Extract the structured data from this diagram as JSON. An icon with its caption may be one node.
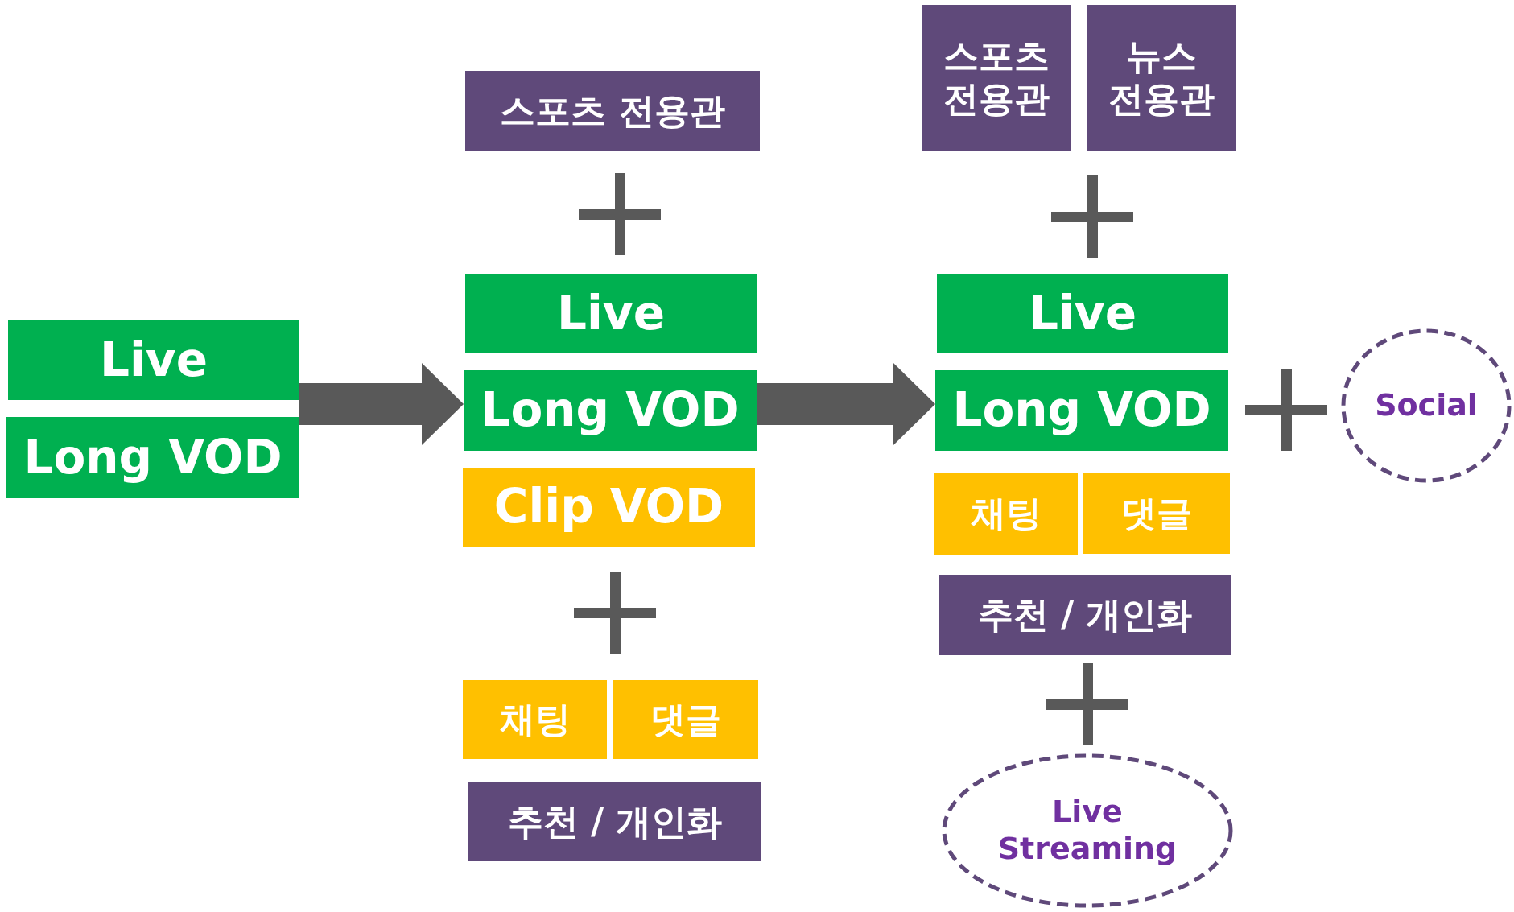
{
  "diagram": {
    "nodes": [
      {
        "text": [
          "Live"
        ]
      },
      {
        "text": [
          "Long VOD"
        ]
      },
      {
        "text": [
          "스포츠 전용관"
        ]
      },
      {
        "text": [
          "Live"
        ]
      },
      {
        "text": [
          "Long VOD"
        ]
      },
      {
        "text": [
          "Clip VOD"
        ]
      },
      {
        "text": [
          "채팅"
        ]
      },
      {
        "text": [
          "댓글"
        ]
      },
      {
        "text": [
          "추천 / 개인화"
        ]
      },
      {
        "text": [
          "스포츠 전용관"
        ]
      },
      {
        "text": [
          "뉴스 전용관"
        ]
      },
      {
        "text": [
          "Live"
        ]
      },
      {
        "text": [
          "Long VOD"
        ]
      },
      {
        "text": [
          "채팅"
        ]
      },
      {
        "text": [
          "댓글"
        ]
      },
      {
        "text": [
          "추천 / 개인화"
        ]
      },
      {
        "text": [
          "Social"
        ]
      },
      {
        "text": [
          "Live Streaming"
        ]
      }
    ],
    "edges": [
      {
        "from": 0,
        "to": 4,
        "arrow": "to"
      },
      {
        "from": 4,
        "to": 12,
        "arrow": "to"
      }
    ]
  }
}
